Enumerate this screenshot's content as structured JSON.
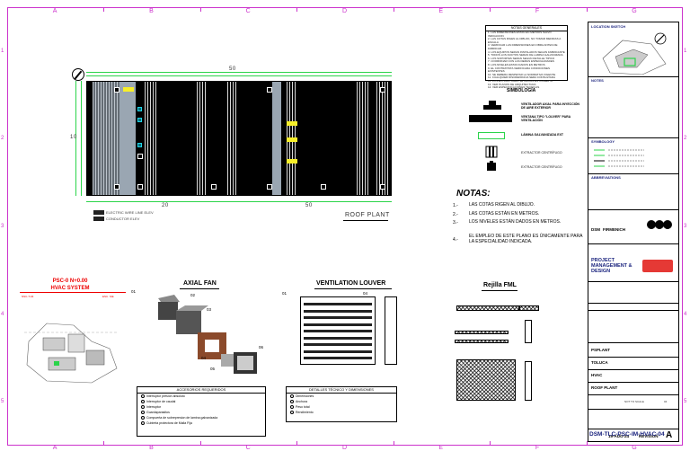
{
  "grid": {
    "letters": [
      "A",
      "B",
      "C",
      "D",
      "E",
      "F",
      "G"
    ],
    "numbers": [
      "1",
      "2",
      "3",
      "4",
      "5"
    ]
  },
  "plan": {
    "label": "ROOF PLANT",
    "legend": [
      "ELECTRIC WIRE LINE ELEV",
      "CONDUCTOR ELEV"
    ],
    "dimensions": [
      "50",
      "20",
      "10",
      "50"
    ]
  },
  "general_notes": {
    "title": "NOTAS GENERALES",
    "rows": [
      "1. LAS DIMENSIONES ESTAN EN METROS SALVO INDICACION",
      "2. LAS COTAS RIGEN AL DIBUJO, NO TOMAR MEDIDAS A ESCALA",
      "3. VERIFICAR LAS DIMENSIONES EN OBRA ANTES DE FABRICAR",
      "4. LOS EQUIPOS SERAN INSTALADOS SEGUN FABRICANTE",
      "5. TODOS LOS DUCTOS SERAN DE LAMINA GALVANIZADA",
      "6. LOS SOPORTES SERAN SEGUN DETALLE TIPICO",
      "7. COORDINAR CON LAS DEMAS ESPECIALIDADES",
      "8. LOS NIVELES ESTAN DADOS EN METROS",
      "9. EL CONTRATISTA VERIFICARA CONDICIONES EXISTENTES",
      "10. SE DEBERA RESPETAR LA NORMATIVA VIGENTE",
      "11. CUALQUIER DISCREPANCIA SERA CONSULTADA",
      "12. LOS EXTRACTORES SE UBICAN EN CUBIERTA",
      "13. VER PLANOS DE ARQUITECTURA",
      "14. VER ESPECIFICACIONES TECNICAS"
    ]
  },
  "symbology": {
    "title": "SIMBOLOGÍA",
    "items": [
      {
        "label": "VENTILADOR AXIAL PARA INYECCIÓN DE AIRE EXTERIOR",
        "bold": true
      },
      {
        "label": "VENTANA TIPO \"LOUVER\" PARA VENTILACIÓN",
        "bold": true
      },
      {
        "label": "LÁMINA GALVANIZADA EXT",
        "bold": true
      },
      {
        "label": "EXTRACTOR CENTRÍFUGO",
        "bold": false
      },
      {
        "label": "EXTRACTOR CENTRÍFUGO",
        "bold": false
      }
    ]
  },
  "notes": {
    "title": "NOTAS:",
    "items": [
      {
        "num": "1.-",
        "text": "LAS COTAS RIGEN AL DIBUJO."
      },
      {
        "num": "2.-",
        "text": "LAS COTAS ESTÁN EN METROS."
      },
      {
        "num": "3.-",
        "text": "LOS NIVELES ESTÁN DADOS EN METROS."
      },
      {
        "num": "4.-",
        "text": "EL EMPLEO DE ESTE PLANO ES ÚNICAMENTE PARA LA ESPECIALIDAD INDICADA."
      }
    ]
  },
  "title_block": {
    "location_sketch": "LOCATION SKETCH",
    "notes": "NOTES",
    "symbology": "SYMBOLOGY",
    "abbreviations": "ABBREVIATIONS",
    "dsm": "DSM",
    "firm": "FIRMENICH",
    "pm_title": "PROJECT MANAGEMENT & DESIGN",
    "project": "PSPLANT",
    "location": "TOLUCA",
    "discipline": "HVAC",
    "drawing_title": "ROOF PLANT",
    "date": "19-AUG-24",
    "revision_label": "REVISION",
    "revision": "A",
    "drawing_no": "DSM-TLC-PSC-IM-HVAC-04",
    "scale": "NOT TO SCALE",
    "sheet": "04"
  },
  "bottom": {
    "system_title": "PSC-0 N+0.00",
    "system_subtitle": "HVAC SYSTEM",
    "system_small_left": "NSC-T-04",
    "system_small_right": "ESC. S/E",
    "axial_fan": "AXIAL FAN",
    "ventilation_louver": "VENTILATION LOUVER",
    "rejilla": "Rejilla FML",
    "callouts": [
      "01",
      "02",
      "03",
      "04",
      "05",
      "06"
    ],
    "accessories_title": "ACCESORIOS REQUERIDOS",
    "accessories": [
      "Interruptor presion absoluto",
      "Interruptor de caudal",
      "Interruptor",
      "Guardaparasitos",
      "Compuerta de sobrepresion de lamina galvanizada",
      "Cubierta protectora de Malla Fija"
    ],
    "details_title": "DETALLES TÉCNICO Y DIMENSIONES",
    "details": [
      "Dimensiones",
      "Anchura",
      "Peso total",
      "Rendimiento"
    ]
  },
  "colors": {
    "frame": "#cc33cc",
    "green": "#2bd44a",
    "yellow": "#f7ef2a",
    "title_block_text": "#1a237e",
    "red": "#ee0000"
  }
}
